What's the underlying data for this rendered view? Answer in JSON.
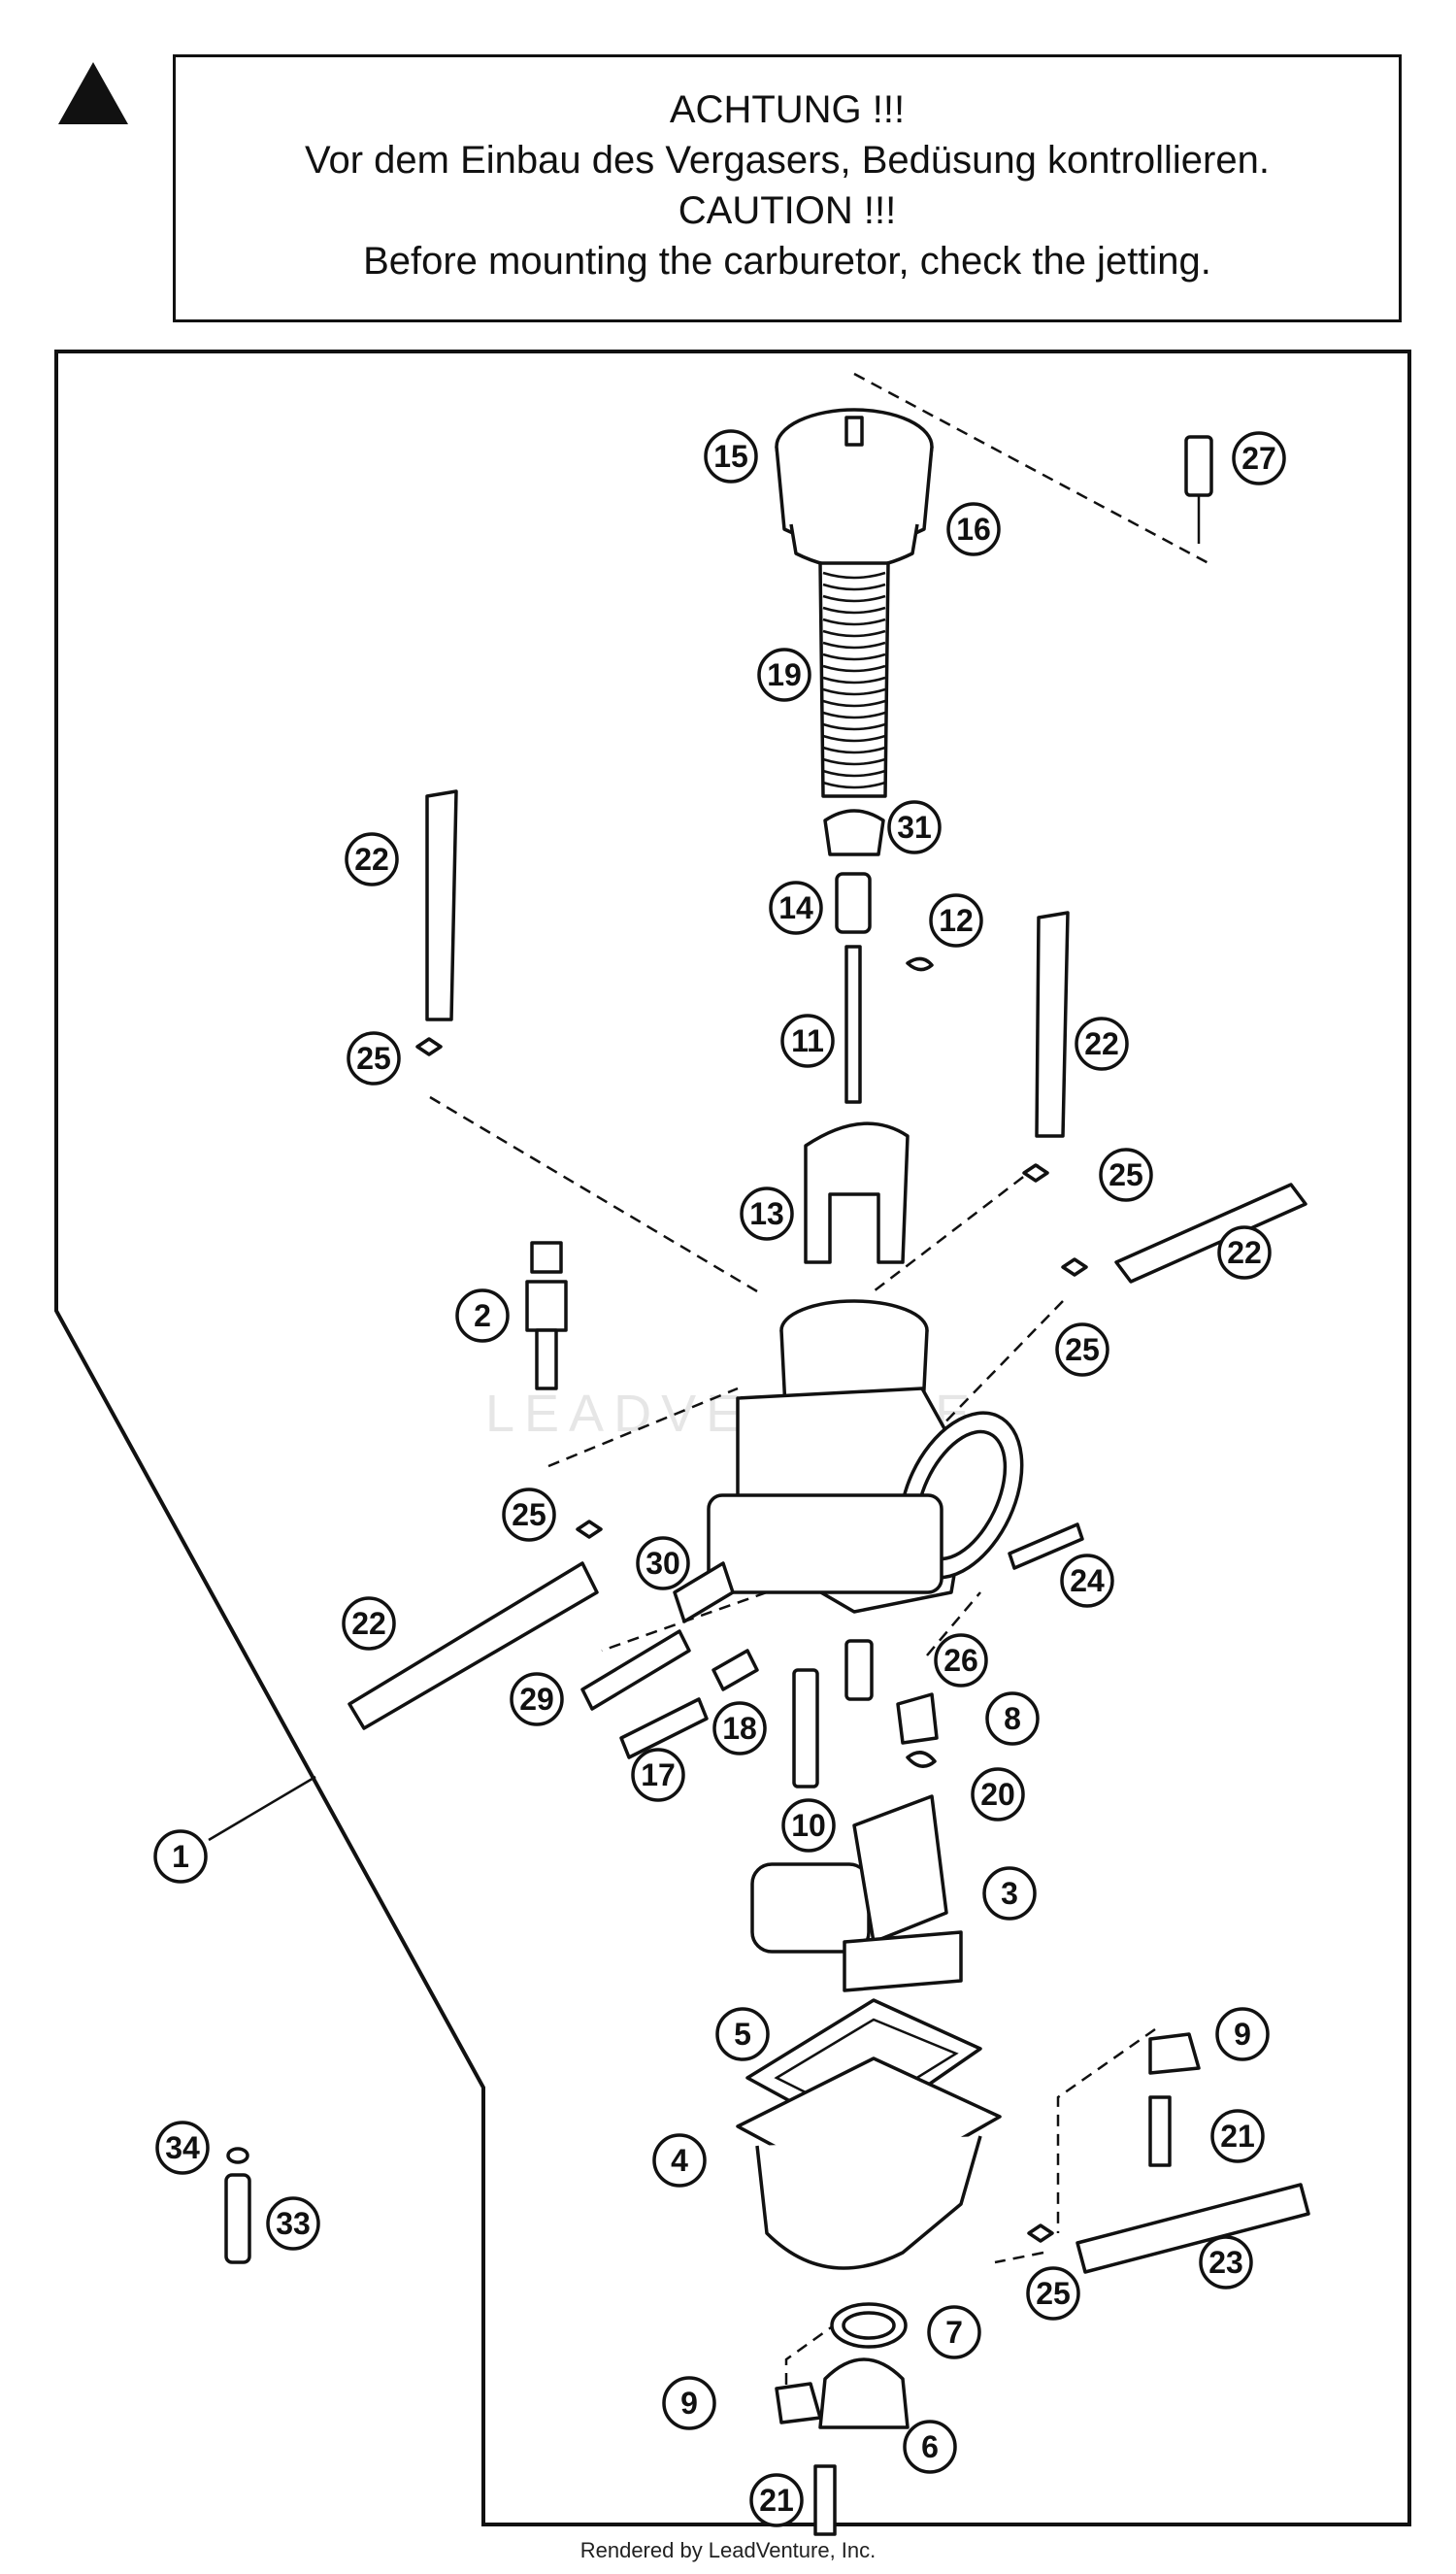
{
  "caution": {
    "line1": "ACHTUNG !!!",
    "line2": "Vor dem Einbau des Vergasers, Bedüsung kontrollieren.",
    "line3": "CAUTION !!!",
    "line4": "Before mounting the carburetor, check the jetting."
  },
  "watermark": "LEADVENTURE",
  "credit": "Rendered by LeadVenture, Inc.",
  "callouts": [
    "15",
    "27",
    "16",
    "19",
    "31",
    "22",
    "14",
    "12",
    "11",
    "22",
    "25",
    "25",
    "13",
    "2",
    "22",
    "25",
    "25",
    "30",
    "24",
    "22",
    "26",
    "29",
    "8",
    "18",
    "17",
    "20",
    "10",
    "1",
    "3",
    "5",
    "9",
    "4",
    "21",
    "34",
    "33",
    "25",
    "23",
    "7",
    "9",
    "6",
    "21"
  ]
}
